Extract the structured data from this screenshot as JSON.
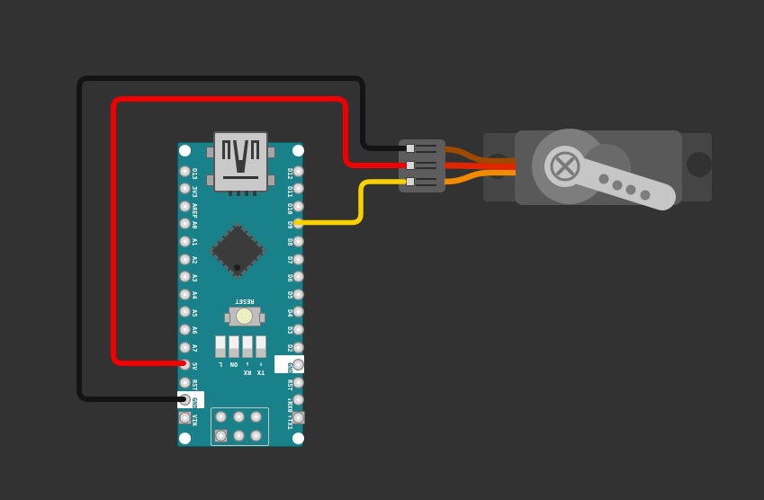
{
  "canvas": {
    "background": "#323232"
  },
  "board": {
    "part": "Arduino Nano",
    "color": "#19818a",
    "left_pins": [
      "D13",
      "3V3",
      "AREF",
      "A0",
      "A1",
      "A2",
      "A3",
      "A4",
      "A5",
      "A6",
      "A7",
      "5V",
      "RST",
      "GND",
      "VIN"
    ],
    "right_pins": [
      "D12",
      "D11",
      "D10",
      "D9",
      "D8",
      "D7",
      "D6",
      "D5",
      "D4",
      "D3",
      "D2",
      "GND",
      "RST",
      "↓RX0",
      "↑TX1"
    ],
    "reset_label": "RESET",
    "led_labels": [
      "L",
      "ON",
      "↓",
      "↑"
    ],
    "led_sublabels": [
      "RX",
      "TX"
    ]
  },
  "connector": {
    "type": "3-pin servo plug",
    "pin_count": 3
  },
  "servo": {
    "part": "servo motor",
    "body_color": "#595959",
    "flange_color": "#454545",
    "horn_color": "#c6c6c6"
  },
  "wires": {
    "gnd": {
      "color": "#141414",
      "from": "GND",
      "to": "servo plug pin 1"
    },
    "power": {
      "color": "#f20000",
      "from": "5V",
      "to": "servo plug pin 2"
    },
    "signal": {
      "color": "#f7d100",
      "from": "D9",
      "to": "servo plug pin 3"
    },
    "servo_brown": {
      "color": "#9c4a02"
    },
    "servo_red": {
      "color": "#df2600"
    },
    "servo_orange": {
      "color": "#f08b00"
    }
  }
}
